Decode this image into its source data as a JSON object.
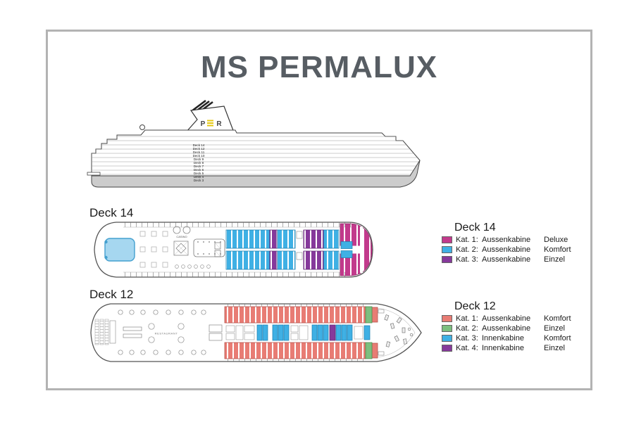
{
  "title": "MS PERMALUX",
  "colors": {
    "frame_border": "#b3b3b3",
    "title_text": "#575d63",
    "hull_gray": "#cccccc",
    "funnel_logo_yellow": "#e6c812",
    "pool_blue": "#a6d7f0",
    "cabin_magenta": "#c23a8c",
    "cabin_light_blue": "#3fb0e4",
    "cabin_purple": "#86399b",
    "cabin_red": "#e87c74",
    "cabin_green": "#7cbf7f"
  },
  "ship_profile": {
    "funnel_logo_left": "P",
    "funnel_logo_right": "R",
    "deck_labels": [
      "Deck 14",
      "Deck 12",
      "Deck 11",
      "Deck 10",
      "Deck 9",
      "Deck 8",
      "Deck 7",
      "Deck 6",
      "Deck 5",
      "Deck 4",
      "Deck 3"
    ]
  },
  "deck14": {
    "heading": "Deck 14",
    "plan_labels": {
      "casino": "CASINO"
    },
    "legend": {
      "title": "Deck 14",
      "items": [
        {
          "color": "#c23a8c",
          "kat": "Kat. 1:",
          "name": "Aussenkabine",
          "type": "Deluxe"
        },
        {
          "color": "#3fb0e4",
          "kat": "Kat. 2:",
          "name": "Aussenkabine",
          "type": "Komfort"
        },
        {
          "color": "#86399b",
          "kat": "Kat. 3:",
          "name": "Aussenkabine",
          "type": "Einzel"
        }
      ]
    }
  },
  "deck12": {
    "heading": "Deck 12",
    "plan_labels": {
      "restaurant": "RESTAURANT"
    },
    "legend": {
      "title": "Deck 12",
      "items": [
        {
          "color": "#e87c74",
          "kat": "Kat. 1:",
          "name": "Aussenkabine",
          "type": "Komfort"
        },
        {
          "color": "#7cbf7f",
          "kat": "Kat. 2:",
          "name": "Aussenkabine",
          "type": "Einzel"
        },
        {
          "color": "#3fb0e4",
          "kat": "Kat. 3:",
          "name": "Innenkabine",
          "type": "Komfort"
        },
        {
          "color": "#86399b",
          "kat": "Kat. 4:",
          "name": "Innenkabine",
          "type": "Einzel"
        }
      ]
    }
  }
}
